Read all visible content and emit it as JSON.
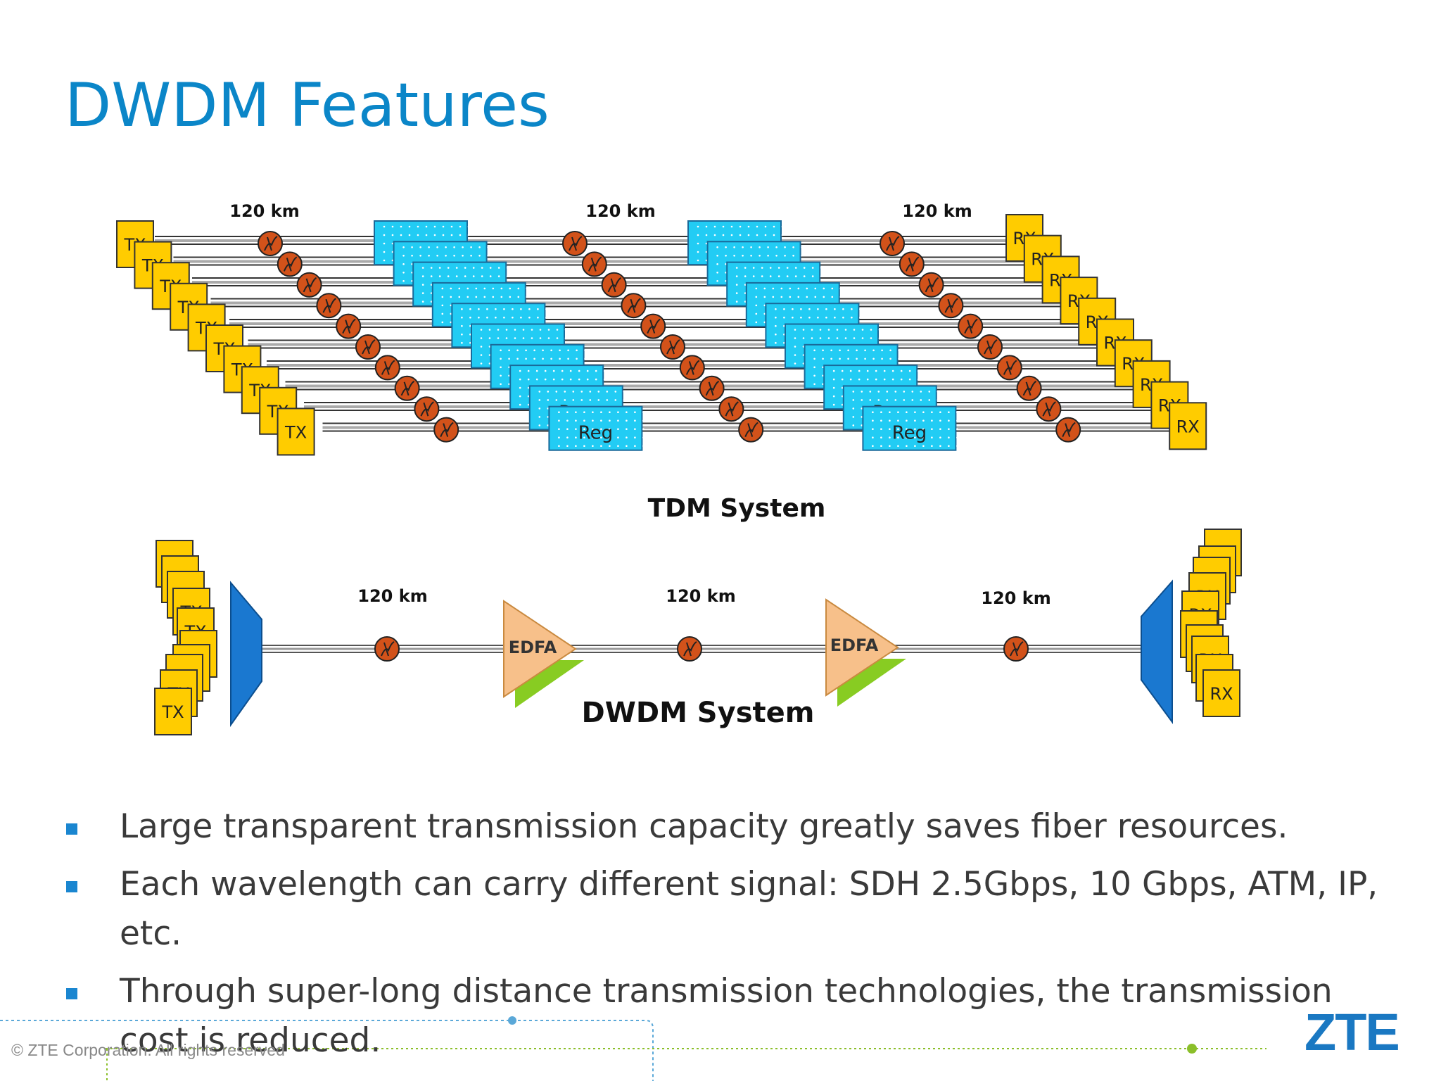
{
  "title": "DWDM Features",
  "tdm": {
    "caption": "TDM System",
    "distance_labels": [
      "120 km",
      "120 km",
      "120 km"
    ],
    "tx_label": "TX",
    "rx_label": "RX",
    "reg_label": "Reg",
    "channels": 10
  },
  "dwdm": {
    "caption": "DWDM System",
    "distance_labels": [
      "120 km",
      "120 km",
      "120 km"
    ],
    "amp_label": "EDFA",
    "tx_label": "TX",
    "rx_label": "RX"
  },
  "bullets": [
    "Large transparent transmission capacity greatly saves fiber resources.",
    "Each wavelength can carry different signal: SDH 2.5Gbps, 10 Gbps, ATM, IP, etc.",
    "Through super-long distance transmission technologies, the transmission cost is reduced."
  ],
  "footer": {
    "copyright": "© ZTE Corporation. All rights reserved",
    "logo": "ZTE"
  },
  "colors": {
    "title": "#0b86c8",
    "tx_rx_box": "#ffcc00",
    "reg_box": "#22ccf4",
    "fiber_reel": "#d2521a",
    "mux": "#1a78d0",
    "edfa": "#f7c08a",
    "edfa_shadow": "#88cc22"
  }
}
